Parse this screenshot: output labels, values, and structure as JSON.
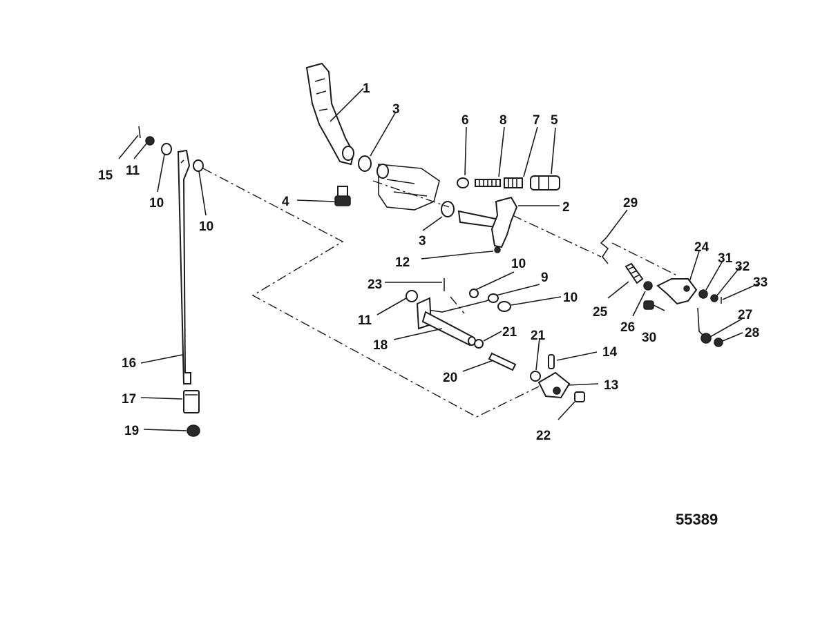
{
  "figure_number": "55389",
  "callouts": {
    "c1": "1",
    "c2": "2",
    "c3a": "3",
    "c3b": "3",
    "c4": "4",
    "c5": "5",
    "c6": "6",
    "c7": "7",
    "c8": "8",
    "c9": "9",
    "c10a": "10",
    "c10b": "10",
    "c10c": "10",
    "c10d": "10",
    "c11a": "11",
    "c11b": "11",
    "c12": "12",
    "c13": "13",
    "c14": "14",
    "c15": "15",
    "c16": "16",
    "c17": "17",
    "c18": "18",
    "c19": "19",
    "c20": "20",
    "c21a": "21",
    "c21b": "21",
    "c22": "22",
    "c23": "23",
    "c24": "24",
    "c25": "25",
    "c26": "26",
    "c27": "27",
    "c28": "28",
    "c29": "29",
    "c30": "30",
    "c31": "31",
    "c32": "32",
    "c33": "33"
  }
}
